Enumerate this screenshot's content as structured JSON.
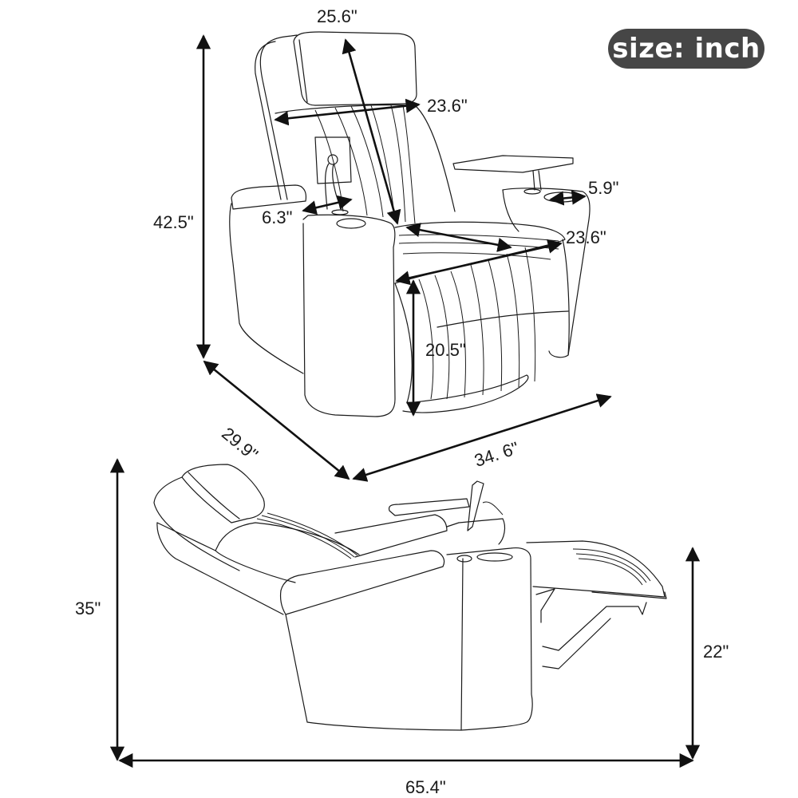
{
  "badge": {
    "label": "size: inch"
  },
  "unit": "inch",
  "colors": {
    "badge_bg": "#464646",
    "badge_text": "#ffffff",
    "line": "#1a1a1a",
    "background": "#ffffff"
  },
  "upright_view": {
    "dimensions": {
      "overall_height": "42.5\"",
      "backrest_height": "25.6\"",
      "backrest_width": "23.6\"",
      "seat_depth": "23.6\"",
      "seat_height": "20.5\"",
      "armrest_width": "6.3\"",
      "cup_holder": "5.9\"",
      "overall_depth": "29.9\"",
      "overall_width": "34. 6\""
    }
  },
  "reclined_view": {
    "dimensions": {
      "overall_height": "35\"",
      "footrest_height": "22\"",
      "overall_length": "65.4\""
    }
  }
}
